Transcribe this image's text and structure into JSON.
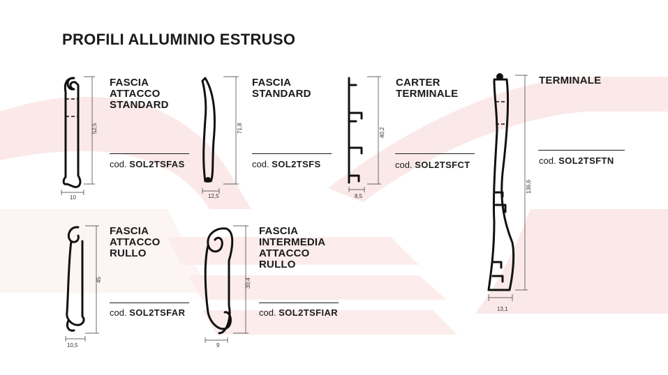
{
  "title": "PROFILI ALLUMINIO ESTRUSO",
  "colors": {
    "background": "#ffffff",
    "watermark": "#fbe9e9",
    "ink": "#1a1a1a"
  },
  "profiles": [
    {
      "name_lines": [
        "FASCIA",
        "ATTACCO",
        "STANDARD"
      ],
      "code_prefix": "cod.",
      "code": "SOL2TSFAS",
      "height": "52,5",
      "width": "10"
    },
    {
      "name_lines": [
        "FASCIA",
        "STANDARD"
      ],
      "code_prefix": "cod.",
      "code": "SOL2TSFS",
      "height": "71,8",
      "width": "12,5"
    },
    {
      "name_lines": [
        "CARTER",
        "TERMINALE"
      ],
      "code_prefix": "cod.",
      "code": "SOL2TSFCT",
      "height": "40,2",
      "width": "8,5"
    },
    {
      "name_lines": [
        "TERMINALE"
      ],
      "code_prefix": "cod.",
      "code": "SOL2TSFTN",
      "height": "136,6",
      "width": "13,1"
    },
    {
      "name_lines": [
        "FASCIA",
        "ATTACCO",
        "RULLO"
      ],
      "code_prefix": "cod.",
      "code": "SOL2TSFAR",
      "height": "45",
      "width": "10,5"
    },
    {
      "name_lines": [
        "FASCIA",
        "INTERMEDIA",
        "ATTACCO",
        "RULLO"
      ],
      "code_prefix": "cod.",
      "code": "SOL2TSFIAR",
      "height": "30,4",
      "width": "9"
    }
  ]
}
